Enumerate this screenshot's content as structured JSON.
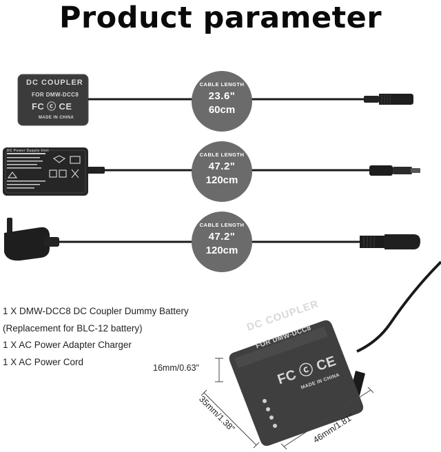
{
  "header": {
    "title": "Product parameter"
  },
  "products": {
    "coupler_label_top": "DC COUPLER",
    "coupler_label_model": "FOR DMW-DCC8",
    "coupler_label_made": "MADE IN CHINA",
    "adapter_label": "DC Power Supply Unit"
  },
  "cables": [
    {
      "caption": "CABLE LENGTH",
      "inches": "23.6\"",
      "cm": "60cm"
    },
    {
      "caption": "CABLE LENGTH",
      "inches": "47.2\"",
      "cm": "120cm"
    },
    {
      "caption": "CABLE LENGTH",
      "inches": "47.2\"",
      "cm": "120cm"
    }
  ],
  "package_list": [
    "1 X DMW-DCC8 DC Coupler Dummy Battery",
    "(Replacement for BLC-12 battery)",
    "1 X AC Power Adapter Charger",
    "1 X AC Power Cord"
  ],
  "dimensions": {
    "height": "16mm/0.63\"",
    "depth": "35mm/1.38\"",
    "width": "46mm/1.81\""
  },
  "colors": {
    "badge": "#6b6b6b",
    "device": "#3a3a3a",
    "cable": "#1a1a1a"
  }
}
